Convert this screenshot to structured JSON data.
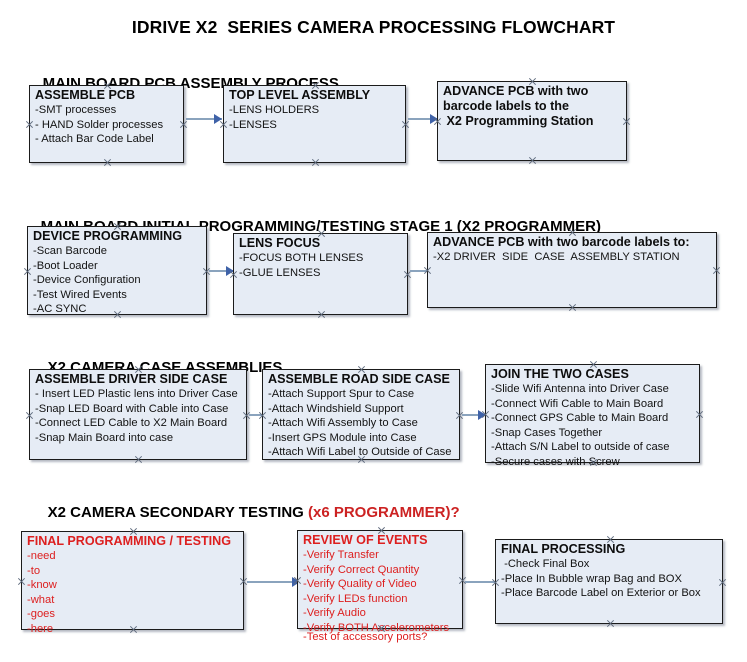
{
  "title": "IDRIVE X2  SERIES CAMERA PROCESSING FLOWCHART",
  "sections": [
    {
      "heading": "MAIN BOARD PCB ASSEMBLY PROCESS",
      "heading_red": "",
      "nodes": [
        {
          "title": "ASSEMBLE PCB",
          "items": [
            "-SMT processes",
            "- HAND Solder processes",
            "- Attach Bar Code Label"
          ],
          "color": "black"
        },
        {
          "title": "TOP LEVEL ASSEMBLY",
          "items": [
            "-LENS HOLDERS",
            "-LENSES"
          ],
          "color": "black"
        },
        {
          "title": "ADVANCE PCB with two",
          "items": [
            "barcode labels to the",
            " X2 Programming Station"
          ],
          "color": "black",
          "bold_items": true
        }
      ]
    },
    {
      "heading": "MAIN BOARD INITIAL PROGRAMMING/TESTING STAGE 1 (X2 PROGRAMMER)",
      "heading_red": "",
      "nodes": [
        {
          "title": "DEVICE PROGRAMMING",
          "items": [
            "-Scan Barcode",
            "-Boot Loader",
            "-Device Configuration",
            "-Test Wired Events",
            "-AC SYNC"
          ],
          "color": "black"
        },
        {
          "title": "LENS FOCUS",
          "items": [
            "-FOCUS BOTH LENSES",
            "-GLUE LENSES"
          ],
          "color": "black"
        },
        {
          "title": "ADVANCE PCB with two barcode labels to:",
          "items": [
            "-X2 DRIVER  SIDE  CASE  ASSEMBLY STATION"
          ],
          "color": "black"
        }
      ]
    },
    {
      "heading": "X2 CAMERA CASE ASSEMBLIES",
      "heading_red": "",
      "nodes": [
        {
          "title": "ASSEMBLE DRIVER SIDE CASE",
          "items": [
            "- Insert LED Plastic lens into Driver Case",
            "-Snap LED Board with Cable into Case",
            "-Connect LED Cable to X2 Main Board",
            "-Snap Main Board into case"
          ],
          "color": "black"
        },
        {
          "title": "ASSEMBLE ROAD SIDE CASE",
          "items": [
            "-Attach Support Spur to Case",
            "-Attach Windshield Support",
            "-Attach Wifi Assembly to Case",
            "-Insert GPS Module into Case",
            "-Attach Wifi Label to Outside of Case"
          ],
          "color": "black"
        },
        {
          "title": "JOIN THE TWO CASES",
          "items": [
            "-Slide Wifi Antenna into Driver Case",
            "-Connect Wifi Cable to Main Board",
            "-Connect GPS Cable to Main Board",
            "-Snap Cases Together",
            "-Attach S/N Label to outside of case",
            "-Secure cases with Screw"
          ],
          "color": "black"
        }
      ]
    },
    {
      "heading": "X2 CAMERA SECONDARY TESTING ",
      "heading_red": "(x6 PROGRAMMER)?",
      "nodes": [
        {
          "title": "FINAL PROGRAMMING / TESTING",
          "items": [
            "-need",
            "-to",
            "-know",
            "-what",
            "-goes",
            "-here"
          ],
          "color": "red"
        },
        {
          "title": "REVIEW OF EVENTS",
          "items": [
            "-Verify Transfer",
            "-Verify Correct Quantity",
            "-Verify Quality of Video",
            "-Verify LEDs function",
            "-Verify Audio",
            "-Verify BOTH Accelerometers"
          ],
          "overflow_item": "-Test of accessory ports?",
          "color": "red"
        },
        {
          "title": "FINAL PROCESSING",
          "items": [
            " -Check Final Box",
            "-Place In Bubble wrap Bag and BOX",
            "-Place Barcode Label on Exterior or Box"
          ],
          "color": "black"
        }
      ]
    }
  ],
  "colors": {
    "box_fill": "#e6ecf5",
    "box_border": "#1b1b1b",
    "arrow_shaft": "#8aa3bd",
    "arrow_head": "#3f62a8",
    "red_text": "#dd1f1f",
    "black_text": "#0d0d0d"
  }
}
